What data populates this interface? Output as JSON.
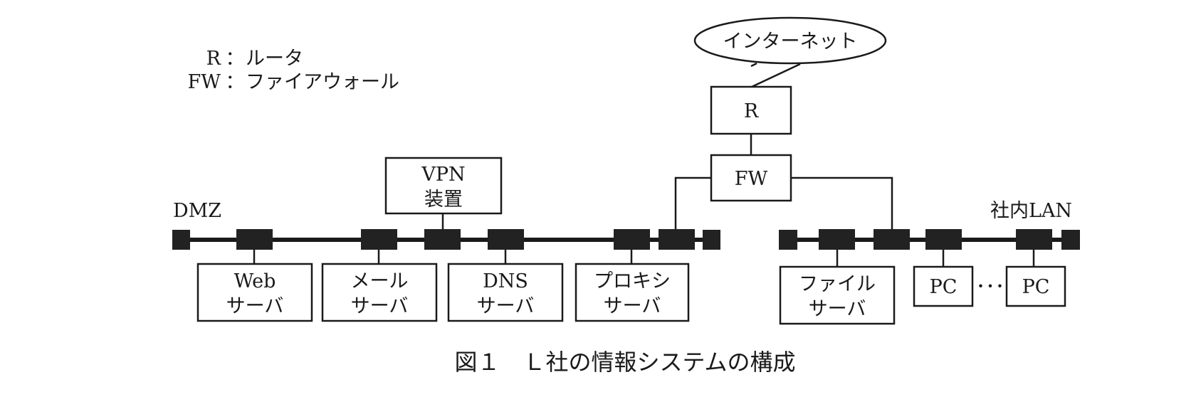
{
  "legend": [
    {
      "abbr": "R",
      "sep": "：",
      "meaning": "ルータ"
    },
    {
      "abbr": "FW",
      "sep": "：",
      "meaning": "ファイアウォール"
    }
  ],
  "internet": {
    "label": "インターネット"
  },
  "router": {
    "label": "R"
  },
  "firewall": {
    "label": "FW"
  },
  "segments": {
    "dmz": {
      "label": "DMZ"
    },
    "lan": {
      "label": "社内LAN"
    }
  },
  "vpn": {
    "line1": "VPN",
    "line2": "装置"
  },
  "dmz_servers": [
    {
      "line1": "Web",
      "line2": "サーバ"
    },
    {
      "line1": "メール",
      "line2": "サーバ"
    },
    {
      "line1": "DNS",
      "line2": "サーバ"
    },
    {
      "line1": "プロキシ",
      "line2": "サーバ"
    }
  ],
  "lan_nodes": {
    "file_server": {
      "line1": "ファイル",
      "line2": "サーバ"
    },
    "pcs": [
      {
        "label": "PC"
      },
      {
        "label": "PC"
      }
    ],
    "ellipsis": "･･･"
  },
  "caption": "図１　Ｌ社の情報システムの構成"
}
